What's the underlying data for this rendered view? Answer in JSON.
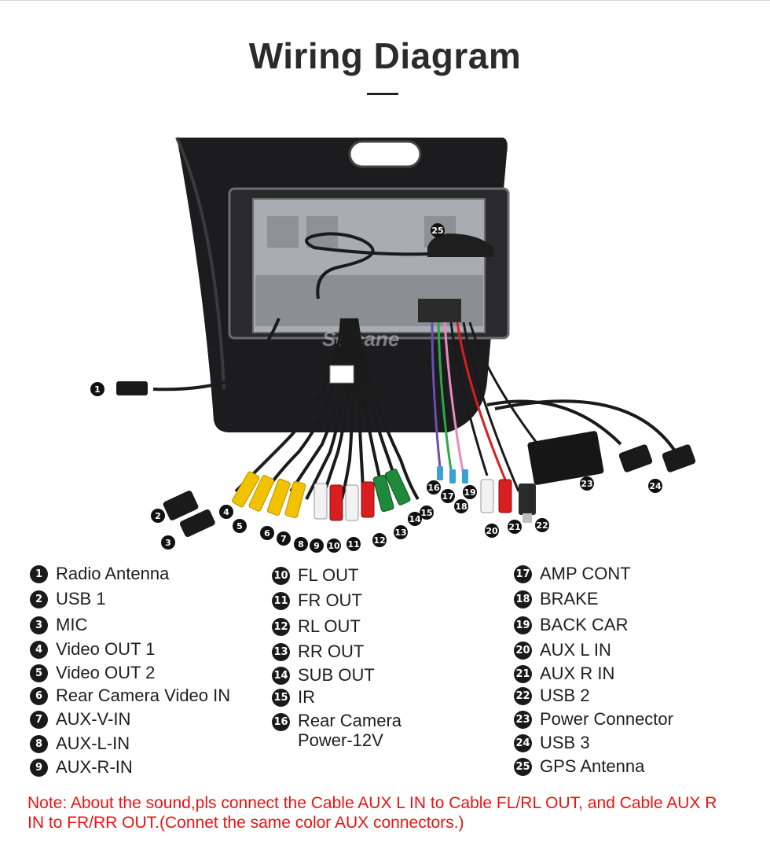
{
  "title": "Wiring Diagram",
  "watermark": "Seicane",
  "diagram_markers": [
    "1",
    "2",
    "3",
    "4",
    "5",
    "6",
    "7",
    "8",
    "9",
    "10",
    "11",
    "12",
    "13",
    "14",
    "15",
    "16",
    "17",
    "18",
    "19",
    "20",
    "21",
    "22",
    "23",
    "24",
    "25"
  ],
  "legend": {
    "col1": [
      {
        "n": "1",
        "label": "Radio Antenna"
      },
      {
        "n": "2",
        "label": "USB 1"
      },
      {
        "n": "3",
        "label": "MIC"
      },
      {
        "n": "4",
        "label": "Video OUT 1"
      },
      {
        "n": "5",
        "label": "Video OUT 2"
      },
      {
        "n": "6",
        "label": "Rear Camera Video IN"
      },
      {
        "n": "7",
        "label": "AUX-V-IN"
      },
      {
        "n": "8",
        "label": "AUX-L-IN"
      },
      {
        "n": "9",
        "label": "AUX-R-IN"
      }
    ],
    "col2": [
      {
        "n": "10",
        "label": "FL OUT"
      },
      {
        "n": "11",
        "label": "FR OUT"
      },
      {
        "n": "12",
        "label": "RL OUT"
      },
      {
        "n": "13",
        "label": "RR OUT"
      },
      {
        "n": "14",
        "label": "SUB OUT"
      },
      {
        "n": "15",
        "label": "IR"
      },
      {
        "n": "16",
        "label": "Rear Camera Power-12V"
      }
    ],
    "col3": [
      {
        "n": "17",
        "label": "AMP CONT"
      },
      {
        "n": "18",
        "label": "BRAKE"
      },
      {
        "n": "19",
        "label": "BACK CAR"
      },
      {
        "n": "20",
        "label": "AUX L IN"
      },
      {
        "n": "21",
        "label": "AUX R IN"
      },
      {
        "n": "22",
        "label": "USB 2"
      },
      {
        "n": "23",
        "label": "Power Connector"
      },
      {
        "n": "24",
        "label": "USB 3"
      },
      {
        "n": "25",
        "label": "GPS Antenna"
      }
    ]
  },
  "note": "Note: About the sound,pls connect the Cable AUX L IN to Cable FL/RL OUT, and Cable AUX R IN to  FR/RR OUT.(Connet the same color AUX connectors.)",
  "colors": {
    "note": "#ee1111",
    "marker": "#111111",
    "rca_yellow": "#f2c200",
    "rca_white": "#f2f2f2",
    "rca_red": "#d81e1e",
    "rca_green": "#1e8a3a"
  }
}
